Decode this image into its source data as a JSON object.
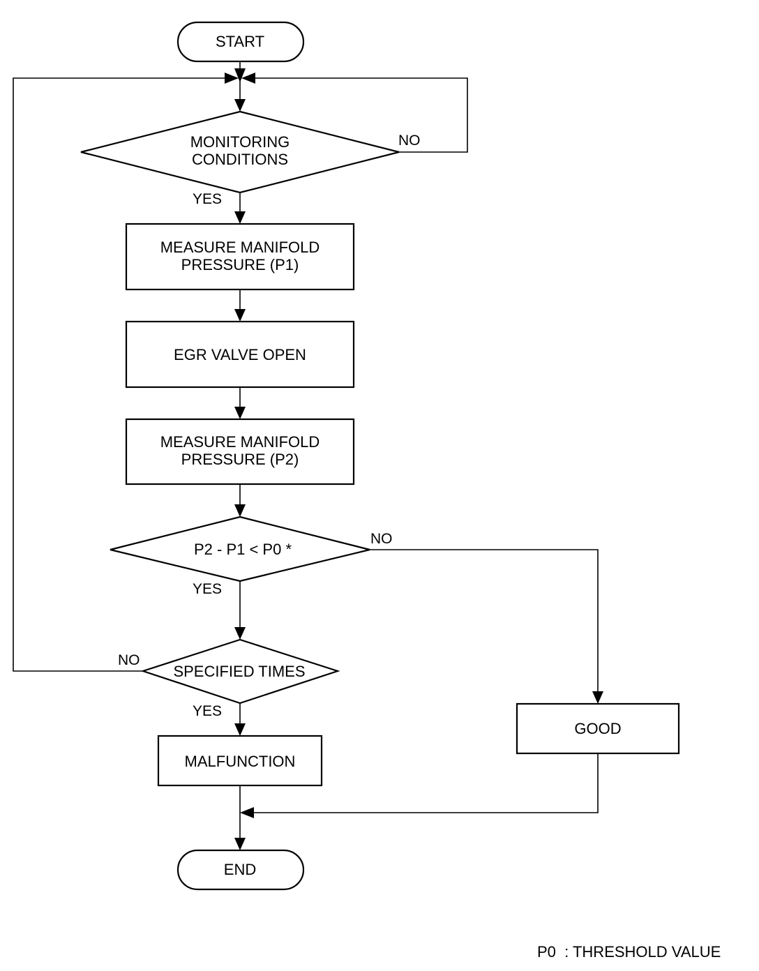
{
  "nodes": {
    "start": "START",
    "monitoring_line1": "MONITORING",
    "monitoring_line2": "CONDITIONS",
    "measure_p1_line1": "MEASURE MANIFOLD",
    "measure_p1_line2": "PRESSURE (P1)",
    "egr_valve_open": "EGR VALVE OPEN",
    "measure_p2_line1": "MEASURE MANIFOLD",
    "measure_p2_line2": "PRESSURE (P2)",
    "comparison": "P2 - P1 < P0 *",
    "specified_times": "SPECIFIED TIMES",
    "malfunction": "MALFUNCTION",
    "good": "GOOD",
    "end": "END"
  },
  "edge_labels": {
    "monitoring_no": "NO",
    "monitoring_yes": "YES",
    "comparison_no": "NO",
    "comparison_yes": "YES",
    "specified_no": "NO",
    "specified_yes": "YES"
  },
  "legend": {
    "symbol": "P0",
    "text": ": THRESHOLD VALUE"
  }
}
